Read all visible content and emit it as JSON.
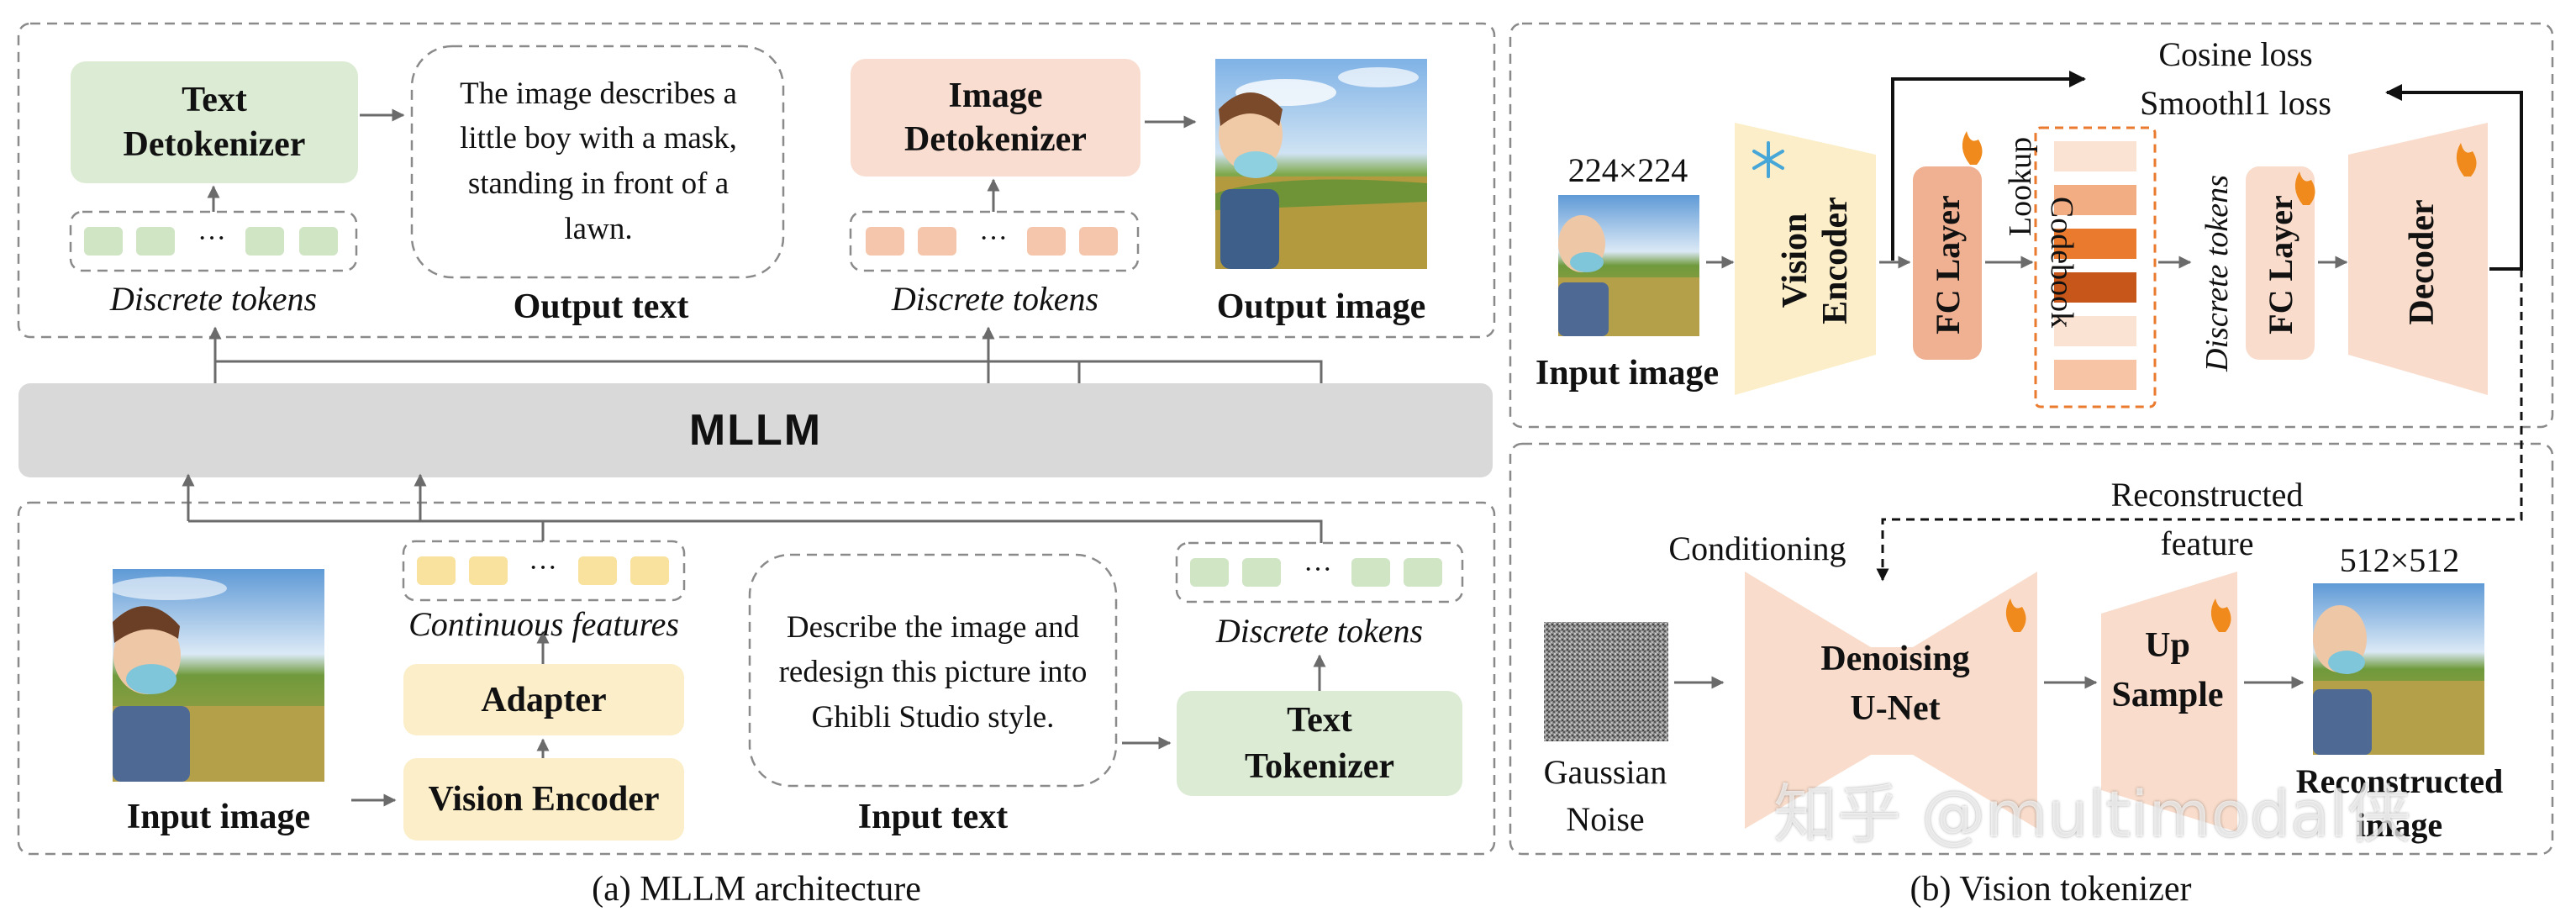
{
  "figure": {
    "left_panel": {
      "caption": "(a) MLLM architecture",
      "mllm": "MLLM",
      "top": {
        "text_detokenizer": "Text\nDetokenizer",
        "discrete_tokens_1": "Discrete tokens",
        "output_text_bubble": "The image describes a little boy with a mask, standing in front of a lawn.",
        "output_text_label": "Output text",
        "image_detokenizer": "Image\nDetokenizer",
        "discrete_tokens_2": "Discrete tokens",
        "output_image_label": "Output image"
      },
      "bottom": {
        "input_image_label": "Input image",
        "continuous_features": "Continuous features",
        "adapter": "Adapter",
        "vision_encoder": "Vision Encoder",
        "input_text_bubble": "Describe the image and redesign this picture into Ghibli Studio style.",
        "input_text_label": "Input text",
        "discrete_tokens_3": "Discrete tokens",
        "text_tokenizer": "Text\nTokenizer"
      }
    },
    "right_panel": {
      "caption": "(b) Vision tokenizer",
      "top": {
        "size_in": "224×224",
        "input_image_label": "Input image",
        "vision_encoder": "Vision\nEncoder",
        "fc_layer_1": "FC Layer",
        "lookup": "Lookup",
        "codebook": "Codebook",
        "discrete_tokens": "Discrete tokens",
        "fc_layer_2": "FC Layer",
        "decoder": "Decoder",
        "losses": "Cosine loss\nSmoothl1 loss"
      },
      "bottom": {
        "reconstructed_feature": "Reconstructed\nfeature",
        "conditioning": "Conditioning",
        "size_out": "512×512",
        "gaussian_noise": "Gaussian\nNoise",
        "denoising_unet": "Denoising\nU-Net",
        "up_sample": "Up\nSample",
        "reconstructed_image": "Reconstructed\nimage"
      }
    },
    "watermark": "知乎 @multimodal侠",
    "colors": {
      "green": "#dcebd3",
      "orange": "#f8ddd0",
      "yellow": "#fbeec8",
      "peach": "#f9dccb",
      "fc": "#f0b193",
      "mllm": "#d9d9d9",
      "dash": "#8a8a8a",
      "arrow": "#6b6b6b"
    },
    "icons": [
      "snowflake-icon",
      "flame-icon"
    ]
  }
}
